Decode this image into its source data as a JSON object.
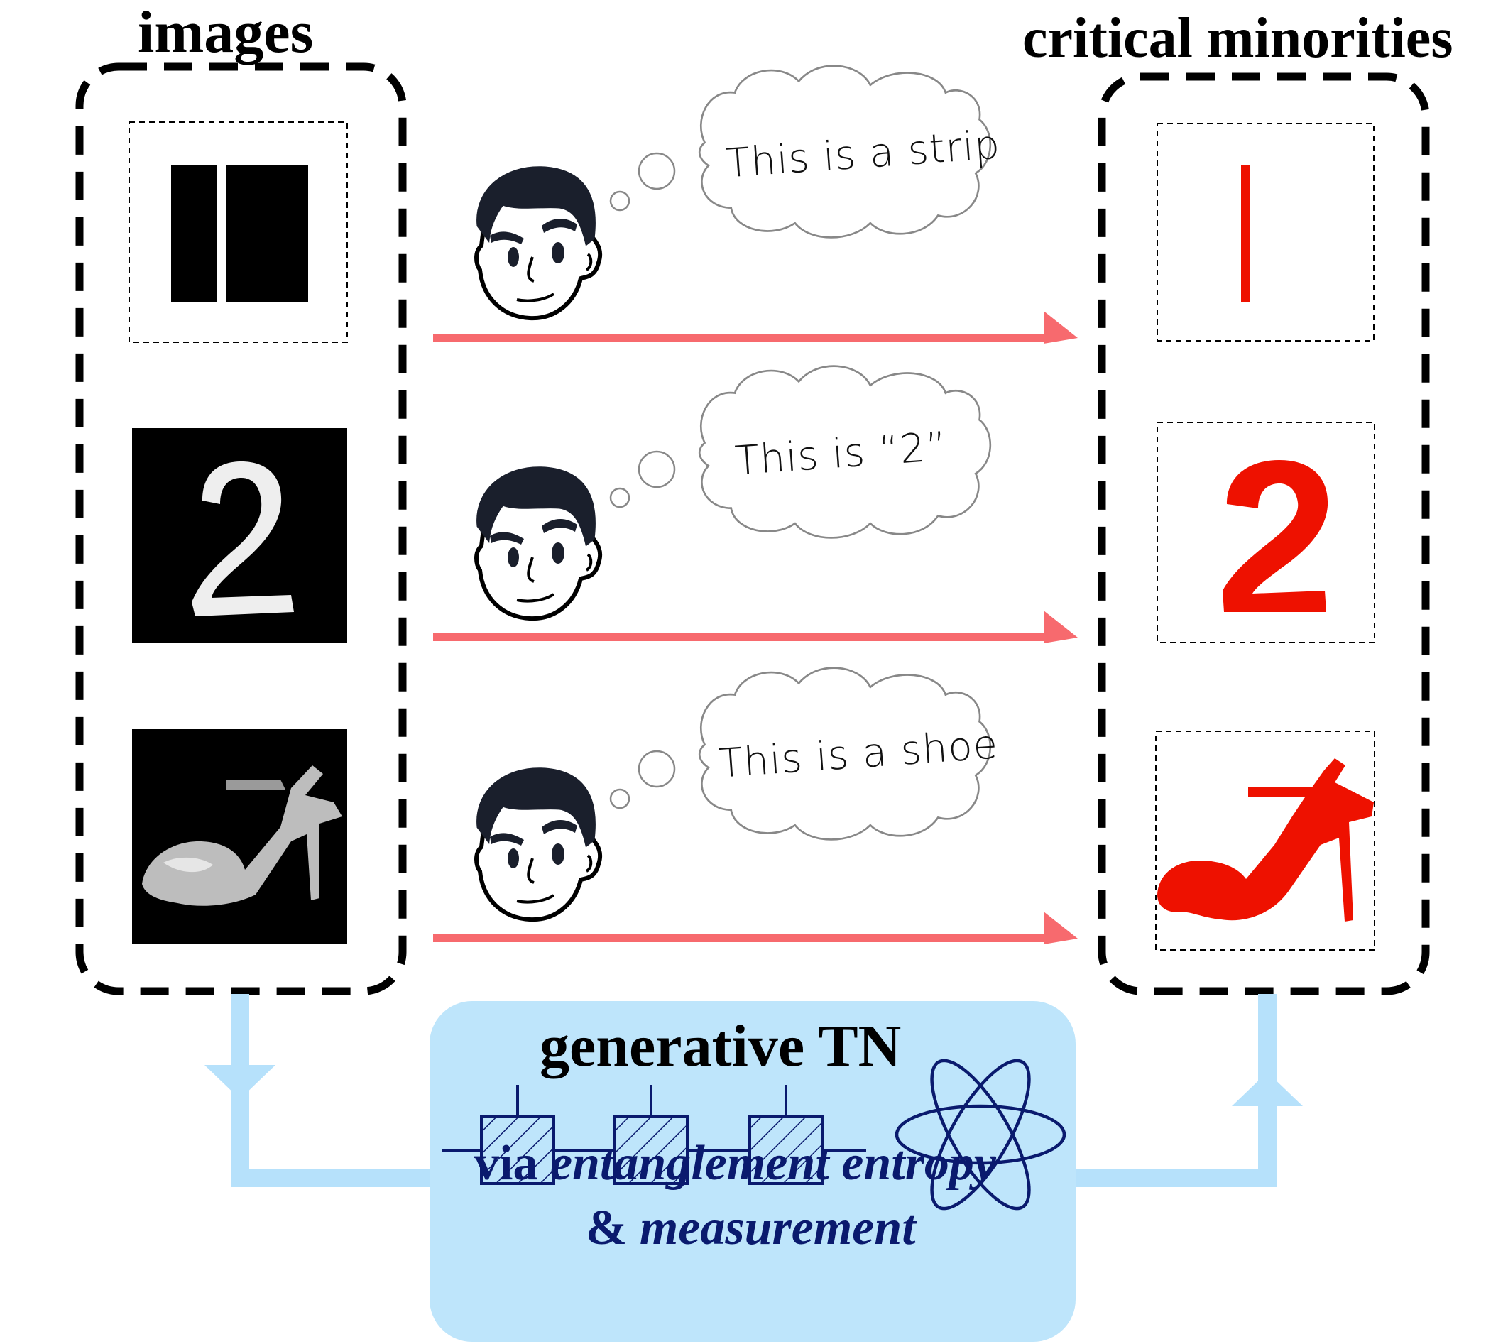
{
  "titles": {
    "images": "images",
    "critical_minorities": "critical minorities",
    "generative_tn": "generative TN"
  },
  "caption": {
    "via": "via",
    "entanglement_entropy": "entanglement entropy",
    "ampersand": "&",
    "measurement": "measurement"
  },
  "thoughts": [
    {
      "text": "This is a strip"
    },
    {
      "text": "This is “2”"
    },
    {
      "text": "This is a shoe"
    }
  ],
  "rows": [
    {
      "input": "strip",
      "output": "strip"
    },
    {
      "input": "digit-2",
      "output": "digit-2"
    },
    {
      "input": "shoe",
      "output": "shoe"
    }
  ],
  "colors": {
    "arrow_red": "#f76a6e",
    "minority_red": "#ee1100",
    "flow_blue": "#b6e1fb",
    "tn_box_fill": "#bee5fb",
    "tn_navy": "#0a1a6e",
    "dashed_black": "#000000"
  },
  "icons": [
    "thinking-person-icon",
    "thought-bubble-icon",
    "atom-icon",
    "tensor-node-icon"
  ]
}
